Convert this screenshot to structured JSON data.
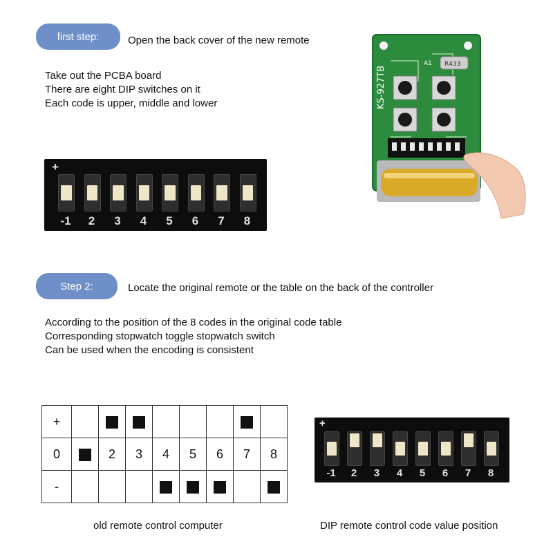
{
  "step1": {
    "pill": "first step:",
    "text": "Open the back cover of the new remote",
    "lines": [
      "Take out the PCBA board",
      "There are eight DIP switches on it",
      "Each code is upper, middle and lower"
    ]
  },
  "step2": {
    "pill": "Step 2:",
    "text": "Locate the original remote or the table on the back of the controller",
    "lines": [
      "According to the position of the 8 codes in the original code table",
      "Corresponding stopwatch toggle stopwatch switch",
      "Can be used when the encoding is consistent"
    ]
  },
  "dip_top": {
    "plus": "+",
    "numbers": [
      "-1",
      "2",
      "3",
      "4",
      "5",
      "6",
      "7",
      "8"
    ],
    "positions": [
      "middle",
      "middle",
      "middle",
      "middle",
      "middle",
      "middle",
      "middle",
      "middle"
    ]
  },
  "dip_bottom": {
    "plus": "+",
    "numbers": [
      "-1",
      "2",
      "3",
      "4",
      "5",
      "6",
      "7",
      "8"
    ],
    "positions": [
      "middle",
      "up",
      "up",
      "middle",
      "middle",
      "middle",
      "up",
      "middle"
    ]
  },
  "code_table": {
    "row_labels": [
      "+",
      "0",
      "-"
    ],
    "middle_row": [
      "",
      "2",
      "3",
      "4",
      "5",
      "6",
      "7",
      "8"
    ],
    "marks": {
      "plus": [
        2,
        3,
        7
      ],
      "zero": [
        1
      ],
      "minus": [
        4,
        5,
        6,
        8
      ]
    }
  },
  "captions": {
    "left": "old remote control computer",
    "right": "DIP remote control code value position"
  },
  "pcb": {
    "model": "KS-927TB",
    "crystal": "R433",
    "label_a1": "A1",
    "colors": {
      "board": "#2c8b3c",
      "battery": "#d9a928",
      "skin": "#f2c9b0"
    }
  }
}
